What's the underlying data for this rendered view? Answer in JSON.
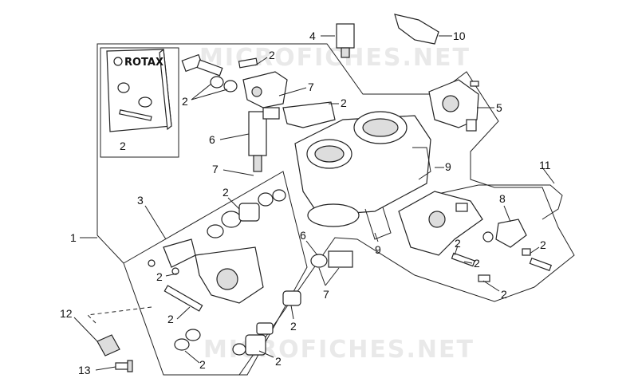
{
  "watermark_top": "MICROFICHES.NET",
  "watermark_bottom": "MICROFICHES.NET",
  "booklet_brand": "ROTAX",
  "callouts": {
    "booklet": "2",
    "c1": "1",
    "c2a": "2",
    "c2b": "2",
    "c2c": "2",
    "c3": "3",
    "c4": "4",
    "c5": "5",
    "c6a": "6",
    "c6b": "6",
    "c7a": "7",
    "c7b": "7",
    "c7c": "7",
    "c8": "8",
    "c9a": "9",
    "c9b": "9",
    "c10": "10",
    "c11": "11",
    "c12": "12",
    "c13": "13",
    "c2d": "2",
    "c2e": "2",
    "c2f": "2",
    "c2g": "2",
    "c2h": "2",
    "c2i": "2",
    "c2j": "2",
    "c2k": "2",
    "c2l": "2",
    "c2m": "2"
  }
}
